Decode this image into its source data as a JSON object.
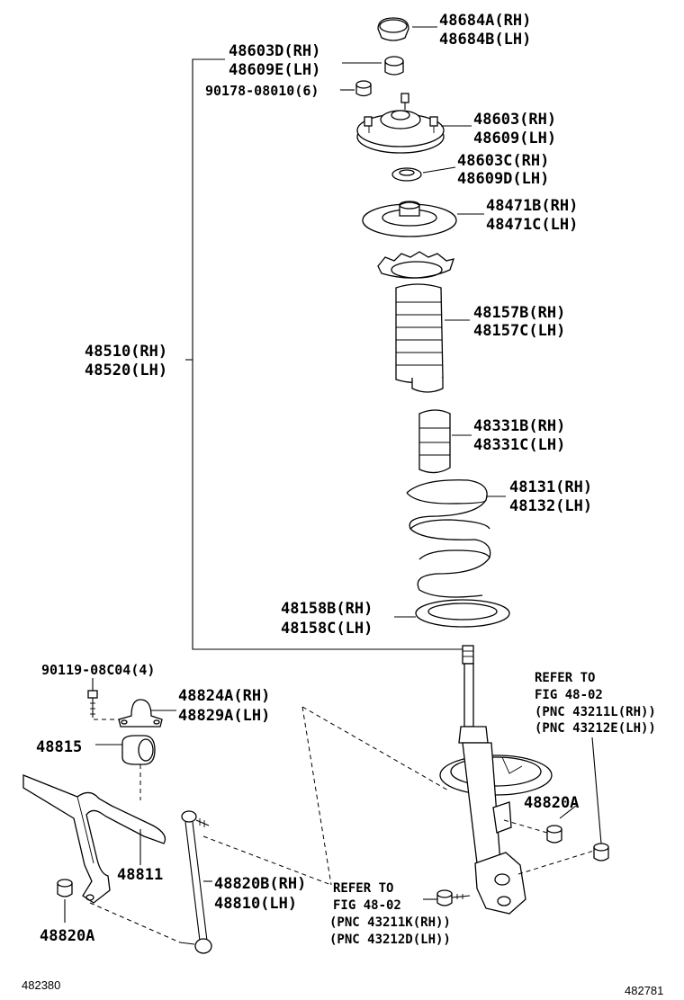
{
  "parts": {
    "p48684": [
      "48684A(RH)",
      "48684B(LH)"
    ],
    "p48603d": [
      "48603D(RH)",
      "48609E(LH)"
    ],
    "p90178": "90178-08010(6)",
    "p48603": [
      "48603(RH)",
      "48609(LH)"
    ],
    "p48603c": [
      "48603C(RH)",
      "48609D(LH)"
    ],
    "p48471": [
      "48471B(RH)",
      "48471C(LH)"
    ],
    "p48510": [
      "48510(RH)",
      "48520(LH)"
    ],
    "p48157": [
      "48157B(RH)",
      "48157C(LH)"
    ],
    "p48331": [
      "48331B(RH)",
      "48331C(LH)"
    ],
    "p48131": [
      "48131(RH)",
      "48132(LH)"
    ],
    "p48158": [
      "48158B(RH)",
      "48158C(LH)"
    ],
    "p90119": "90119-08C04(4)",
    "p48824": [
      "48824A(RH)",
      "48829A(LH)"
    ],
    "p48815": "48815",
    "p48811": "48811",
    "p48820b": [
      "48820B(RH)",
      "48810(LH)"
    ],
    "p48820a_left": "48820A",
    "p48820a_right": "48820A"
  },
  "refs": {
    "ref_right": [
      "REFER TO",
      "FIG 48-02",
      "(PNC 43211L(RH))",
      "(PNC 43212E(LH))"
    ],
    "ref_bottom": [
      "REFER TO",
      "FIG 48-02",
      "(PNC 43211K(RH))",
      "(PNC 43212D(LH))"
    ]
  },
  "ids": {
    "left": "482380",
    "right": "482781"
  }
}
